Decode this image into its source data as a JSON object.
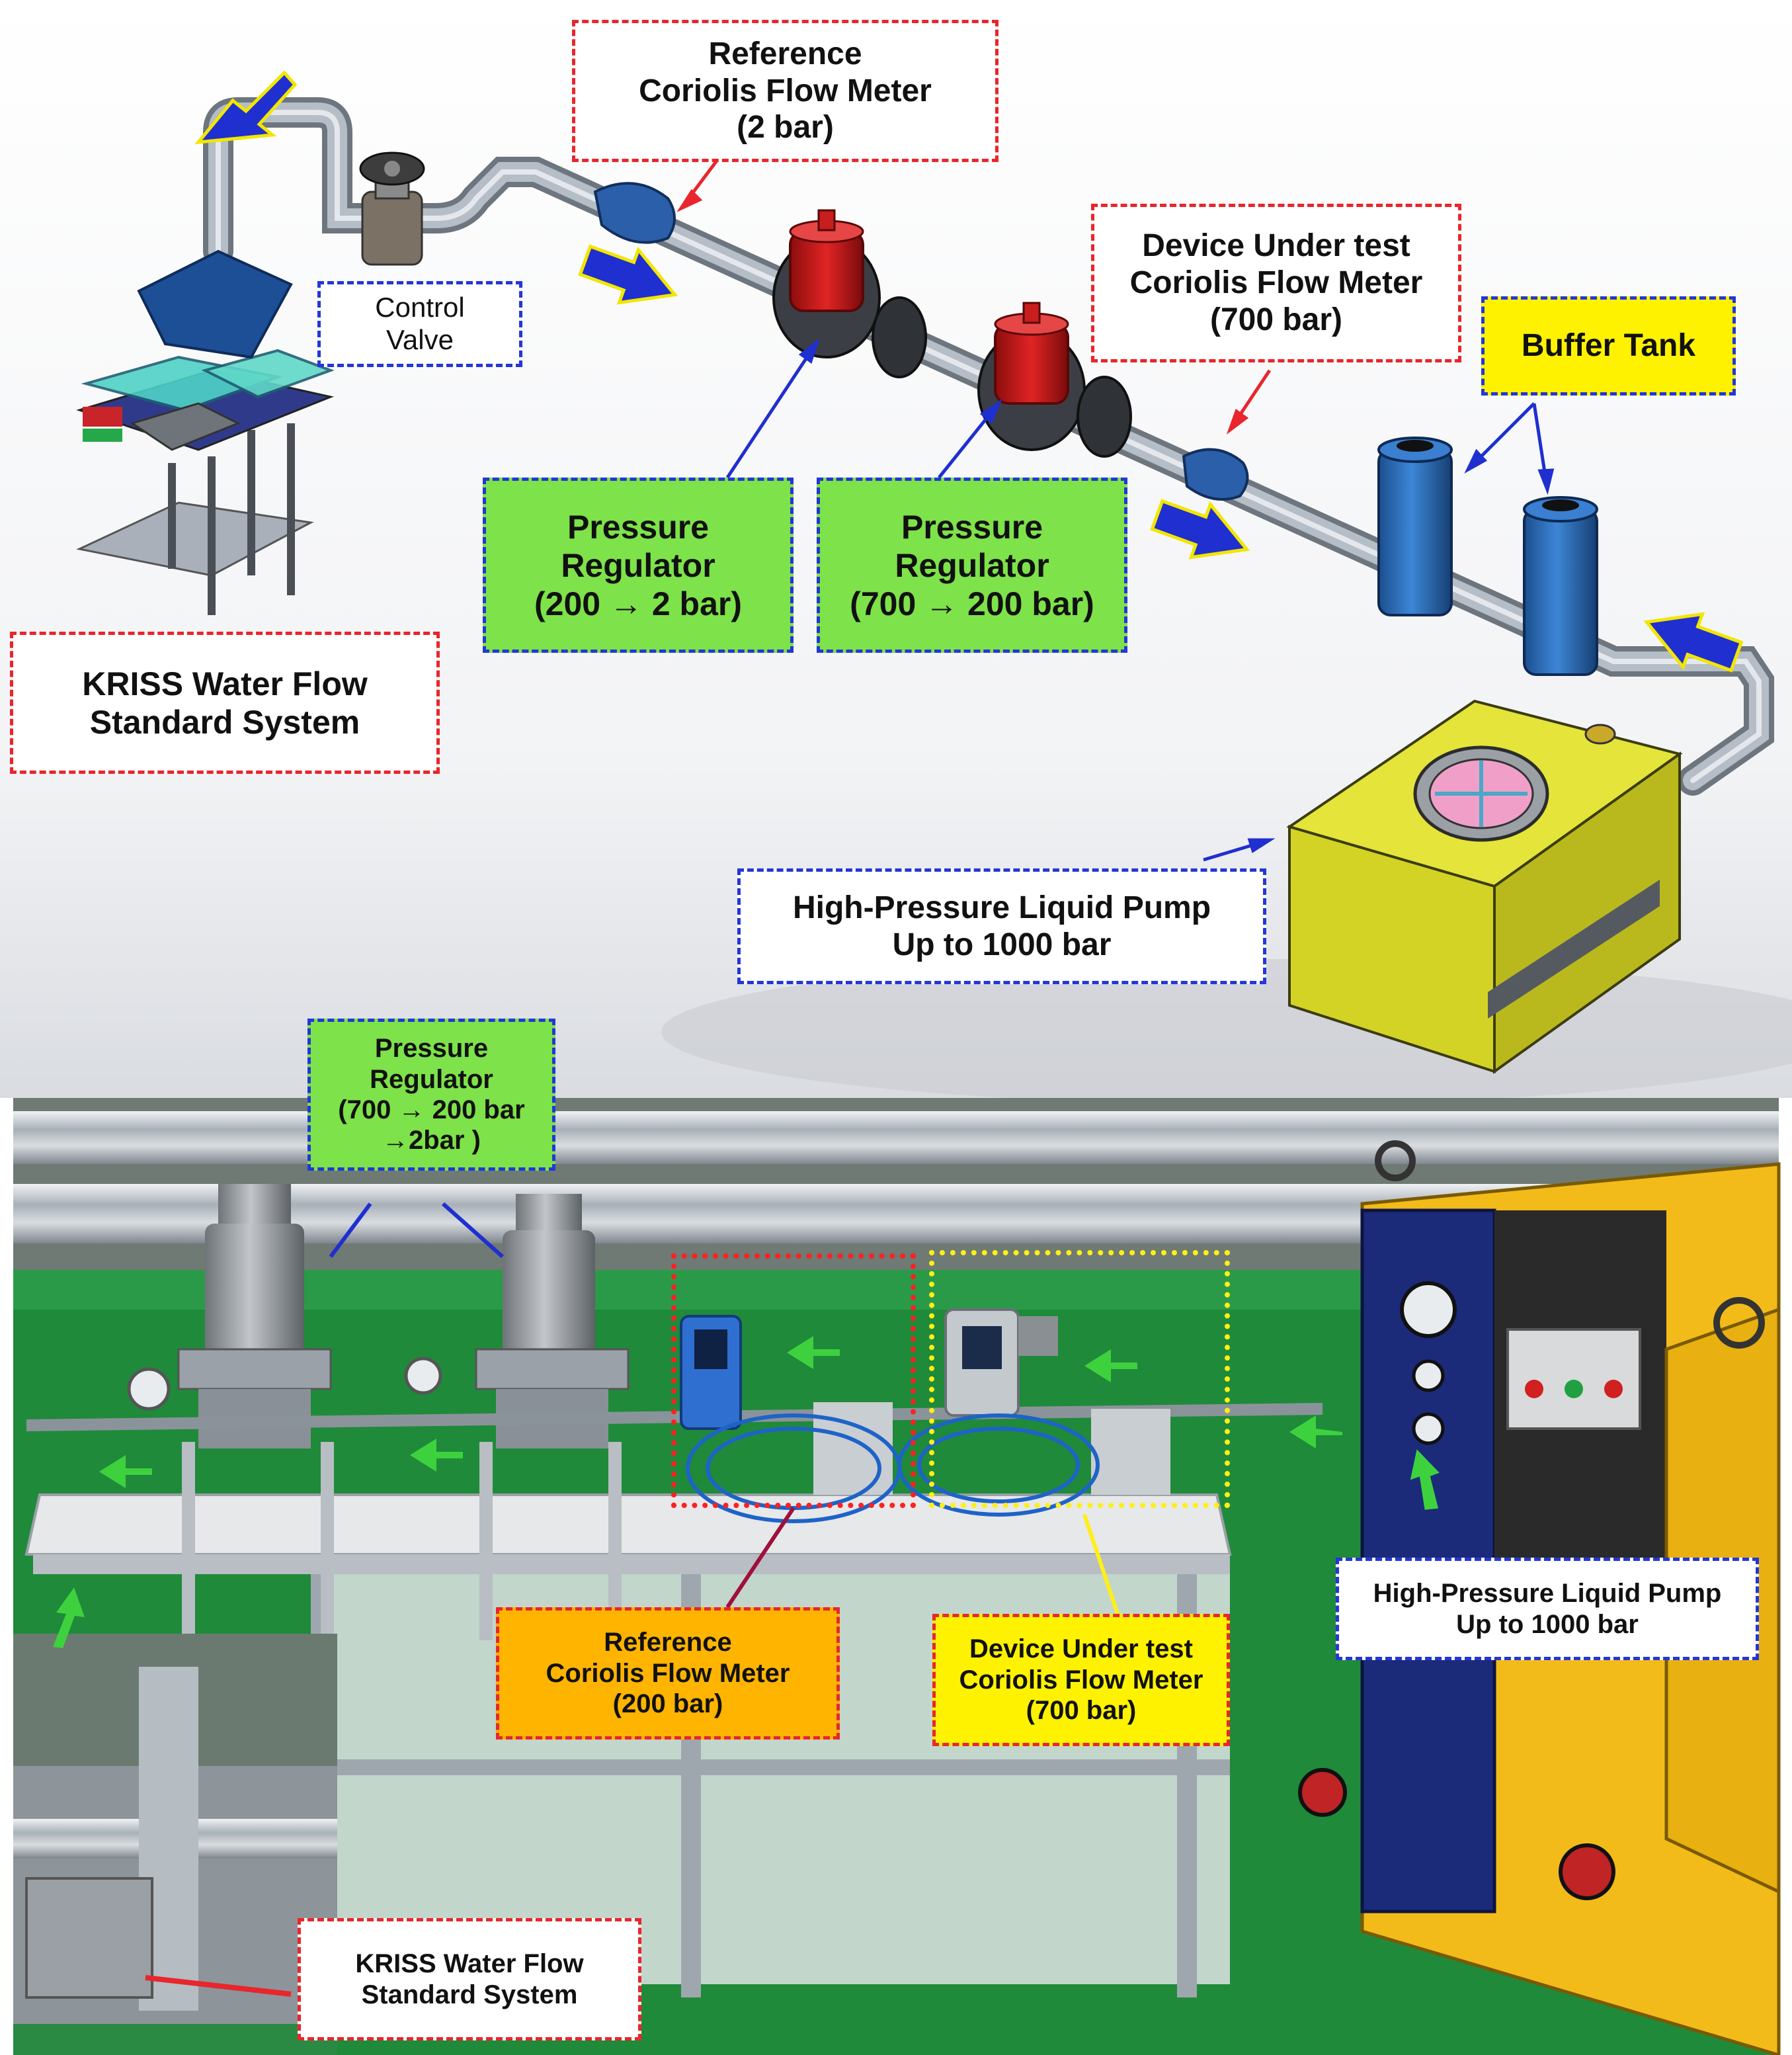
{
  "figure": {
    "cad_section": {
      "labels": {
        "reference_meter": [
          "Reference",
          "Coriolis Flow Meter",
          "(2 bar)"
        ],
        "control_valve": [
          "Control",
          "Valve"
        ],
        "dut_meter": [
          "Device Under test",
          "Coriolis Flow Meter",
          "(700 bar)"
        ],
        "buffer_tank": [
          "Buffer Tank"
        ],
        "regulator_1": [
          "Pressure",
          "Regulator",
          "(200 → 2 bar)"
        ],
        "regulator_2": [
          "Pressure",
          "Regulator",
          "(700 → 200 bar)"
        ],
        "kriss_system": [
          "KRISS Water Flow",
          "Standard System"
        ],
        "pump": [
          "High-Pressure Liquid Pump",
          "Up to 1000 bar"
        ]
      }
    },
    "photo_section": {
      "labels": {
        "regulators": [
          "Pressure",
          "Regulator",
          "(700 → 200 bar",
          "→2bar )"
        ],
        "reference_meter": [
          "Reference",
          "Coriolis Flow Meter",
          "(200 bar)"
        ],
        "dut_meter": [
          "Device Under test",
          "Coriolis Flow Meter",
          "(700 bar)"
        ],
        "pump": [
          "High-Pressure Liquid Pump",
          "Up to 1000 bar"
        ],
        "kriss_system": [
          "KRISS Water Flow",
          "Standard System"
        ]
      }
    },
    "colors": {
      "pipe": "#9aa3ad",
      "regulator_cad": "#d11a1a",
      "buffer_tank": "#2b6cb8",
      "pump_cad": "#d4d42a",
      "label_green": "#7ee24a",
      "label_yellow": "#fff200",
      "label_orange": "#ffb400",
      "arrow_blue": "#1f2fd0",
      "arrow_yellow_outline": "#f2e600",
      "arrow_green": "#3ed13e",
      "floor_green": "#1f8a3a",
      "pump_cabinet": "#f2bb1a",
      "pump_panel": "#1c2a7a"
    }
  }
}
